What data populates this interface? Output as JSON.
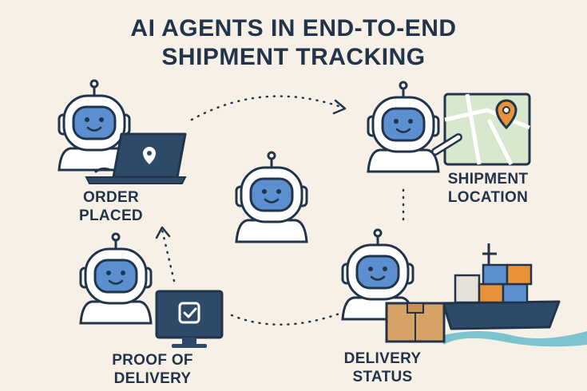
{
  "title": {
    "line1": "AI AGENTS IN END-TO-END",
    "line2": "SHIPMENT TRACKING"
  },
  "steps": [
    {
      "line1": "ORDER",
      "line2": "PLACED",
      "icon": "laptop-location-pin-icon"
    },
    {
      "line1": "SHIPMENT",
      "line2": "LOCATION",
      "icon": "map-location-pin-icon"
    },
    {
      "line1": "DELIVERY",
      "line2": "STATUS",
      "icon": "cargo-ship-icon"
    },
    {
      "line1": "PROOF OF",
      "line2": "DELIVERY",
      "icon": "monitor-checkmark-icon"
    }
  ],
  "colors": {
    "background": "#f6f0e7",
    "ink": "#21344a",
    "face": "#5b8fcf",
    "map": "#d7e8cf",
    "pin": "#e8923a",
    "box": "#d7a266",
    "sea": "#7cc3cf"
  }
}
